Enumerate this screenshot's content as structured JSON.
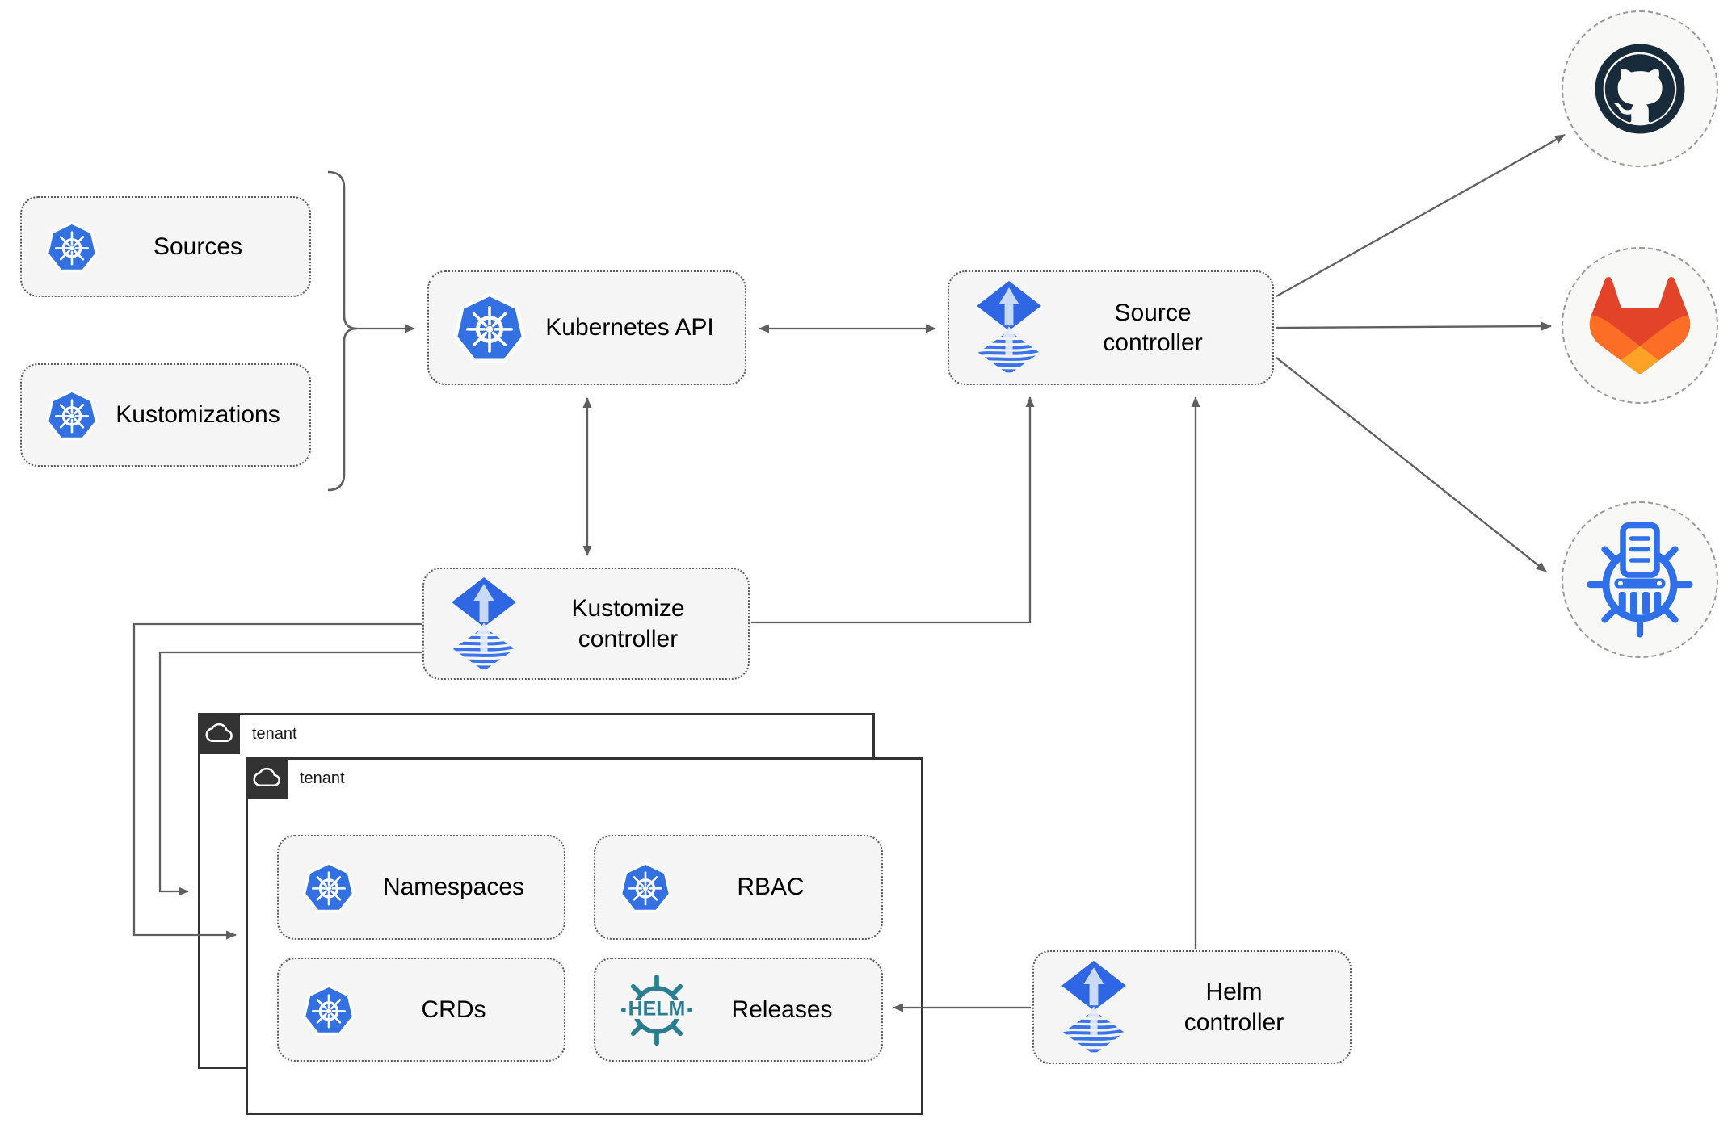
{
  "diagram": {
    "nodes": {
      "sources": {
        "label": "Sources",
        "icon": "kubernetes"
      },
      "kustomizations": {
        "label": "Kustomizations",
        "icon": "kubernetes"
      },
      "kubernetes_api": {
        "label": "Kubernetes API",
        "icon": "kubernetes"
      },
      "source_controller": {
        "label": "Source\ncontroller",
        "icon": "flux"
      },
      "kustomize_controller": {
        "label": "Kustomize\ncontroller",
        "icon": "flux"
      },
      "helm_controller": {
        "label": "Helm\ncontroller",
        "icon": "flux"
      },
      "tenant_back": {
        "label": "tenant",
        "icon": "cloud"
      },
      "tenant_front": {
        "label": "tenant",
        "icon": "cloud"
      },
      "namespaces": {
        "label": "Namespaces",
        "icon": "kubernetes"
      },
      "rbac": {
        "label": "RBAC",
        "icon": "kubernetes"
      },
      "crds": {
        "label": "CRDs",
        "icon": "kubernetes"
      },
      "releases": {
        "label": "Releases",
        "icon": "helm"
      }
    },
    "icon_text": {
      "helm": "HELM"
    },
    "providers": [
      {
        "id": "github",
        "icon": "github-logo"
      },
      {
        "id": "gitlab",
        "icon": "gitlab-logo"
      },
      {
        "id": "manifest-storage",
        "icon": "kubernetes-manifests-wheel"
      }
    ],
    "edges": [
      {
        "from": "sources-kustomizations-group",
        "to": "kubernetes-api",
        "type": "arrow"
      },
      {
        "from": "kubernetes-api",
        "to": "source-controller",
        "type": "double-arrow"
      },
      {
        "from": "kubernetes-api",
        "to": "kustomize-controller",
        "type": "double-arrow"
      },
      {
        "from": "kustomize-controller",
        "to": "source-controller",
        "type": "arrow"
      },
      {
        "from": "helm-controller",
        "to": "source-controller",
        "type": "arrow"
      },
      {
        "from": "helm-controller",
        "to": "releases",
        "type": "arrow"
      },
      {
        "from": "source-controller",
        "to": "github",
        "type": "arrow"
      },
      {
        "from": "source-controller",
        "to": "gitlab",
        "type": "arrow"
      },
      {
        "from": "source-controller",
        "to": "manifest-storage",
        "type": "arrow"
      },
      {
        "from": "kustomize-controller",
        "to": "tenant-front",
        "type": "arrow"
      },
      {
        "from": "kustomize-controller",
        "to": "tenant-back",
        "type": "arrow"
      }
    ],
    "colors": {
      "kubernetes_blue": "#3371e3",
      "flux_blue": "#2e66e4",
      "flux_arrow_light": "#c9d9f8",
      "helm_teal": "#297e91",
      "github_dark": "#182b3a",
      "gitlab_red": "#e24329",
      "gitlab_orange": "#fc6d26",
      "gitlab_amber": "#fca326",
      "node_fill": "#f5f5f5",
      "line_gray": "#5f5f5f",
      "tenant_border": "#333333"
    }
  }
}
